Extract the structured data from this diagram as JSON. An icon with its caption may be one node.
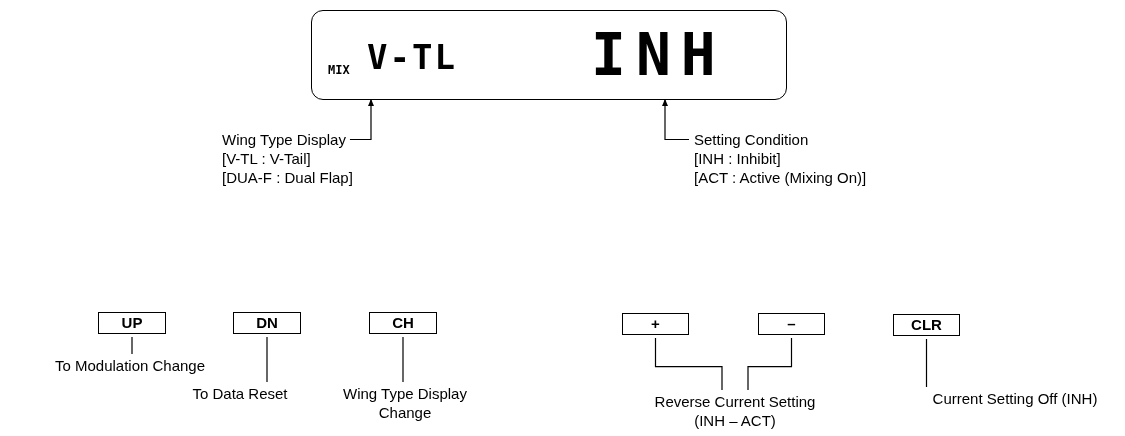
{
  "diagram": {
    "nodes": [
      {
        "text": [
          "MIX"
        ]
      },
      {
        "text": [
          "V-TL"
        ],
        "in": 0
      },
      {
        "text": [
          "INH"
        ],
        "in": 0
      },
      {
        "text": [
          "Wing Type Display",
          "[V-TL : V-Tail]",
          "[DUA-F : Dual Flap]"
        ]
      },
      {
        "text": [
          "Setting Condition",
          "[INH : Inhibit]",
          "[ACT : Active (Mixing On)]"
        ]
      },
      {
        "text": [
          "UP"
        ]
      },
      {
        "text": [
          "DN"
        ]
      },
      {
        "text": [
          "CH"
        ]
      },
      {
        "text": [
          "+"
        ]
      },
      {
        "text": [
          "–"
        ]
      },
      {
        "text": [
          "CLR"
        ]
      },
      {
        "text": [
          "To Modulation Change"
        ]
      },
      {
        "text": [
          "To Data Reset"
        ]
      },
      {
        "text": [
          "Wing Type Display Change"
        ]
      },
      {
        "text": [
          "Reverse Current Setting (INH – ACT)"
        ]
      },
      {
        "text": [
          "Current Setting Off (INH)"
        ]
      }
    ],
    "edges": [
      {
        "from": 3,
        "to": 1,
        "arrow": "to"
      },
      {
        "from": 4,
        "to": 2,
        "arrow": "to"
      },
      {
        "from": 5,
        "to": 11,
        "arrow": "none"
      },
      {
        "from": 6,
        "to": 12,
        "arrow": "none"
      },
      {
        "from": 7,
        "to": 13,
        "arrow": "none"
      },
      {
        "from": 8,
        "to": 14,
        "arrow": "none"
      },
      {
        "from": 9,
        "to": 14,
        "arrow": "none"
      },
      {
        "from": 10,
        "to": 15,
        "arrow": "none"
      }
    ]
  }
}
